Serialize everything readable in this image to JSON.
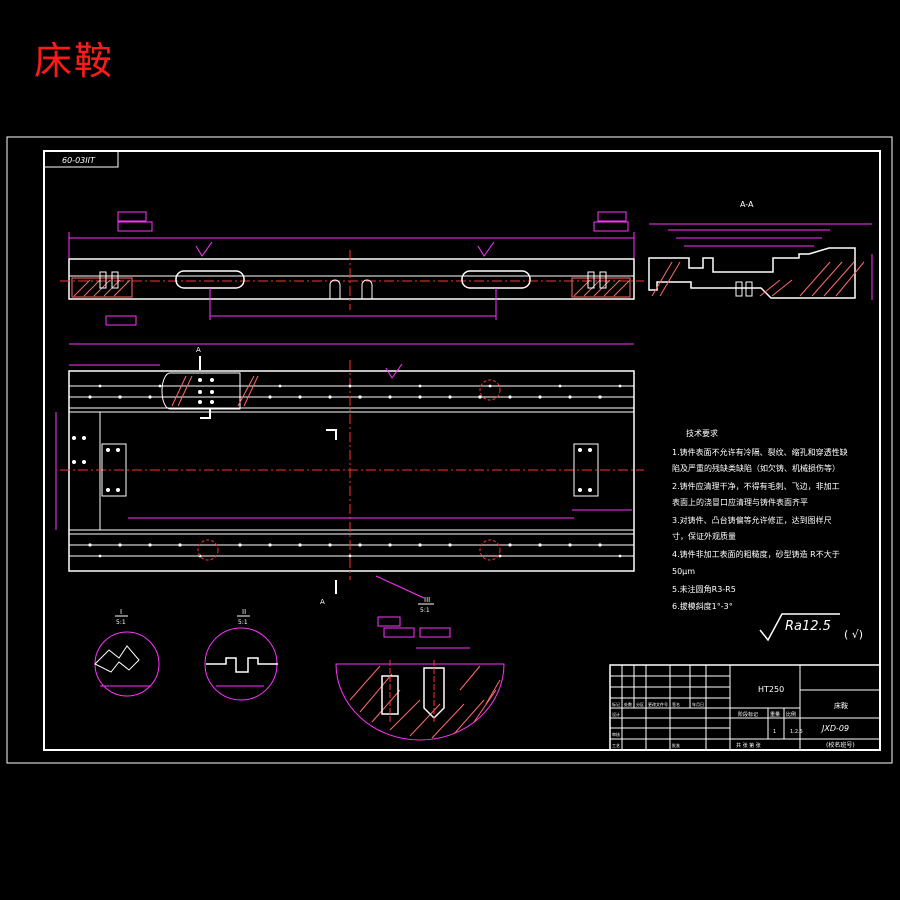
{
  "title": "床鞍",
  "drawing": {
    "stamp_code": "60-03IIT",
    "section_label_main": "A-A",
    "section_marker_a": "A",
    "detail_1": {
      "mark": "I",
      "scale": "5:1"
    },
    "detail_2": {
      "mark": "II",
      "scale": "5:1"
    },
    "detail_3": {
      "mark": "III",
      "scale": "5:1"
    },
    "tech_requirements": {
      "heading": "技术要求",
      "items": [
        "1.铸件表面不允许有冷隔、裂纹、缩孔和穿透性缺",
        "陷及严重的残缺类缺陷（如欠铸、机械损伤等）",
        "2.铸件应清理干净，不得有毛刺、飞边，非加工",
        "表面上的浇冒口应清理与铸件表面齐平",
        "3.对铸件、凸台铸偏等允许修正，达到图样尺",
        "寸，保证外观质量",
        "4.铸件非加工表面的粗糙度，砂型铸造 R不大于",
        "50μm",
        "5.未注圆角R3-R5",
        "6.拔模斜度1°-3°"
      ]
    },
    "roughness": {
      "symbol": "Ra12.5",
      "paren": "( √)"
    },
    "title_block": {
      "material": "HT250",
      "part_name": "床鞍",
      "scale": "1:2.5",
      "drawing_no": "JXD-09",
      "qty": "1",
      "company": "(校名班号)",
      "row_labels": [
        "标记",
        "处数",
        "分区",
        "更改文件号",
        "签名",
        "年月日"
      ],
      "design_label": "设计",
      "check_label": "审核",
      "process_label": "工艺",
      "approve_label": "批准",
      "stage_label": "阶段标记",
      "weight_label": "重量",
      "scale_label": "比例",
      "sheet_label": "共 张 第 张"
    }
  }
}
